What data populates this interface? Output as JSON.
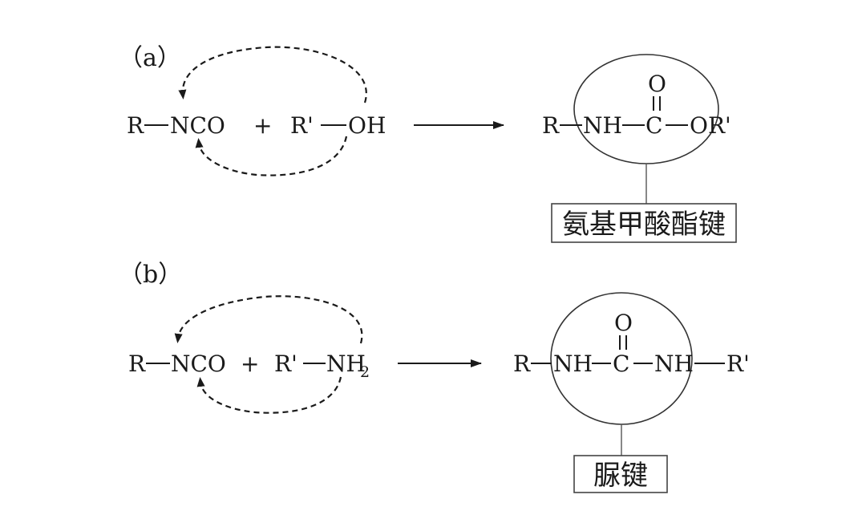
{
  "panel_a": {
    "label": "（a）",
    "reactant1_r": "R",
    "reactant1_group": "NCO",
    "plus": "+",
    "reactant2_r": "R'",
    "reactant2_group": "OH",
    "product_r": "R",
    "product_nh": "NH",
    "product_c": "C",
    "product_o": "O",
    "product_or": "OR'",
    "bond_name": "氨基甲酸酯键"
  },
  "panel_b": {
    "label": "（b）",
    "reactant1_r": "R",
    "reactant1_group": "NCO",
    "plus": "+",
    "reactant2_r": "R'",
    "reactant2_group": "NH",
    "reactant2_sub": "2",
    "product_r": "R",
    "product_nh1": "NH",
    "product_c": "C",
    "product_o": "O",
    "product_nh2": "NH",
    "product_r2": "R'",
    "bond_name": "脲键"
  }
}
